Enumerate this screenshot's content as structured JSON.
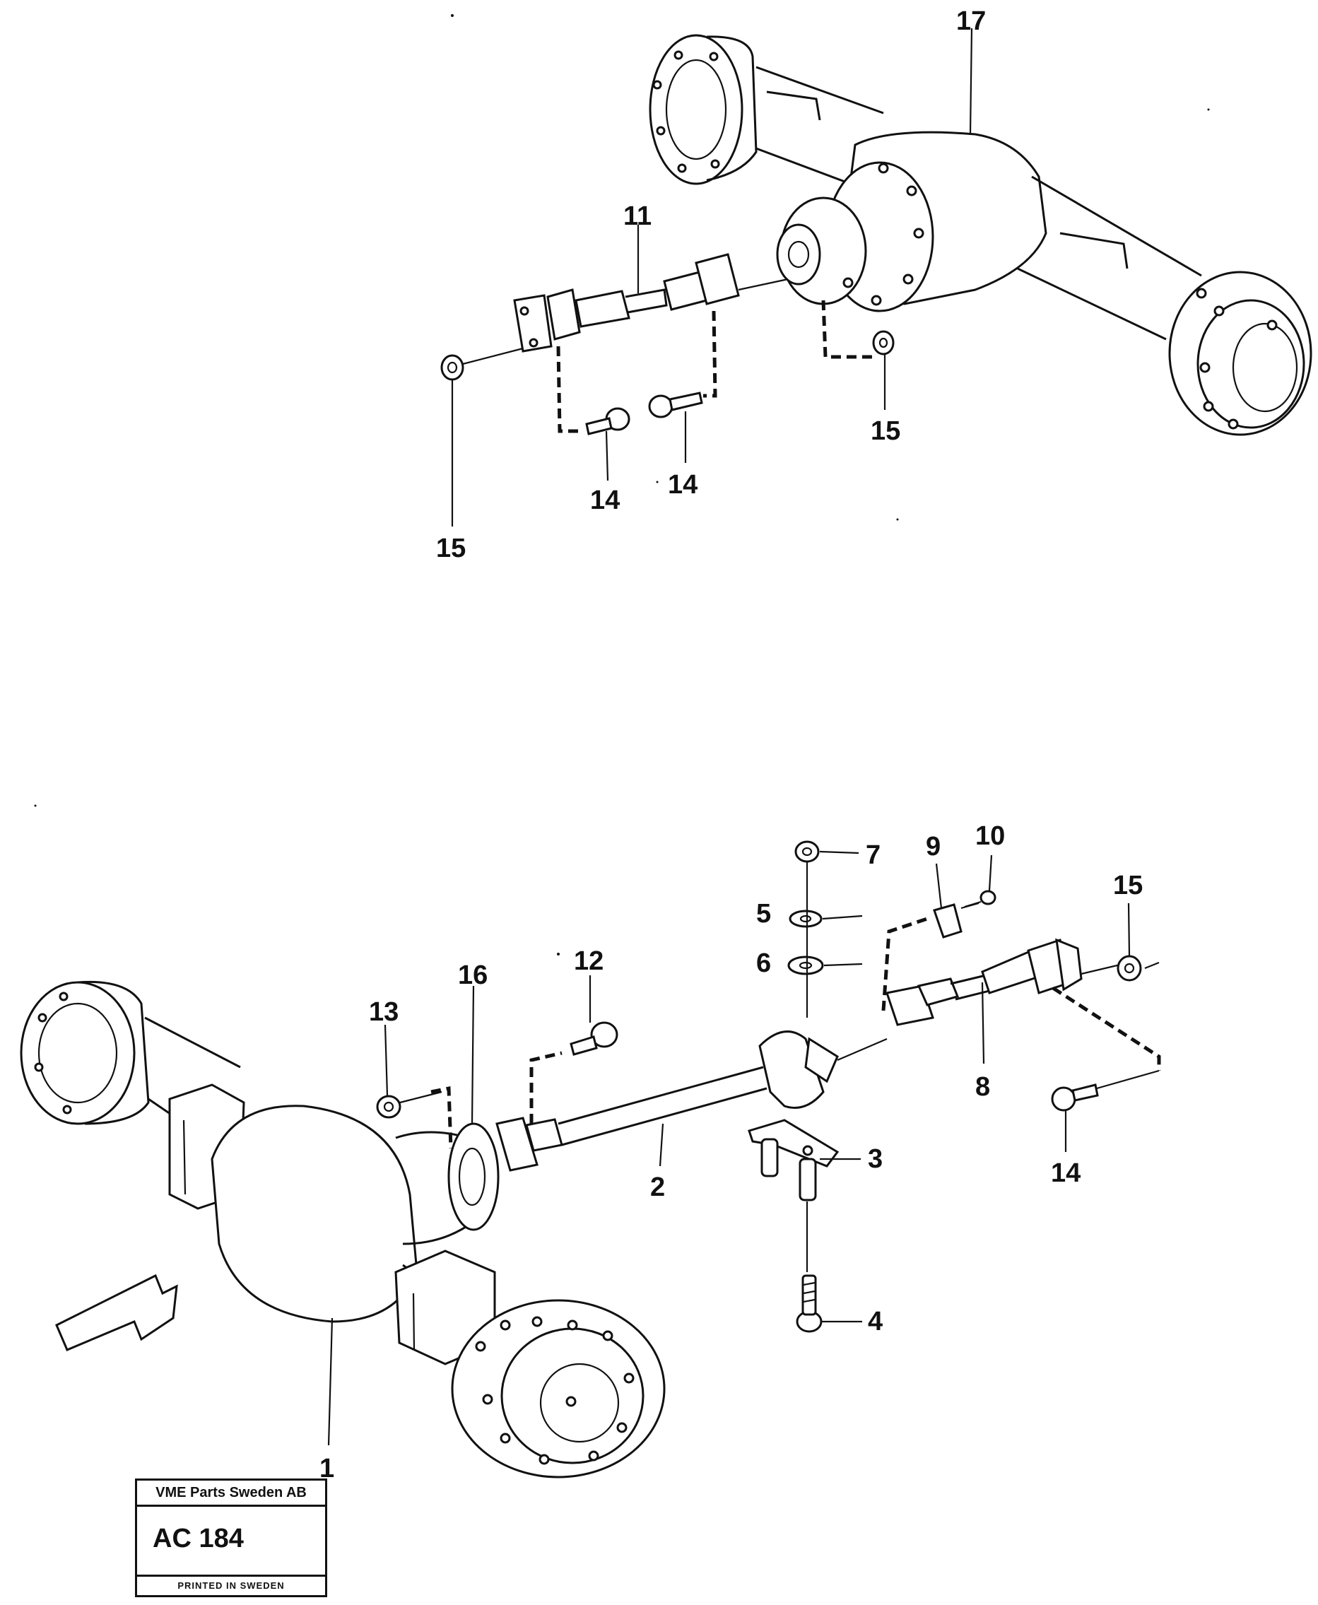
{
  "labels": {
    "l17": "17",
    "l11": "11",
    "l14a": "14",
    "l14b": "14",
    "l15a": "15",
    "l15b": "15",
    "l7": "7",
    "l9": "9",
    "l10": "10",
    "l5": "5",
    "l6": "6",
    "l15c": "15",
    "l12": "12",
    "l13": "13",
    "l16": "16",
    "l3": "3",
    "l2": "2",
    "l8": "8",
    "l14c": "14",
    "l4": "4",
    "l1": "1"
  },
  "stamp": {
    "company": "VME Parts Sweden AB",
    "code": "AC 184",
    "printed": "PRINTED IN SWEDEN"
  }
}
